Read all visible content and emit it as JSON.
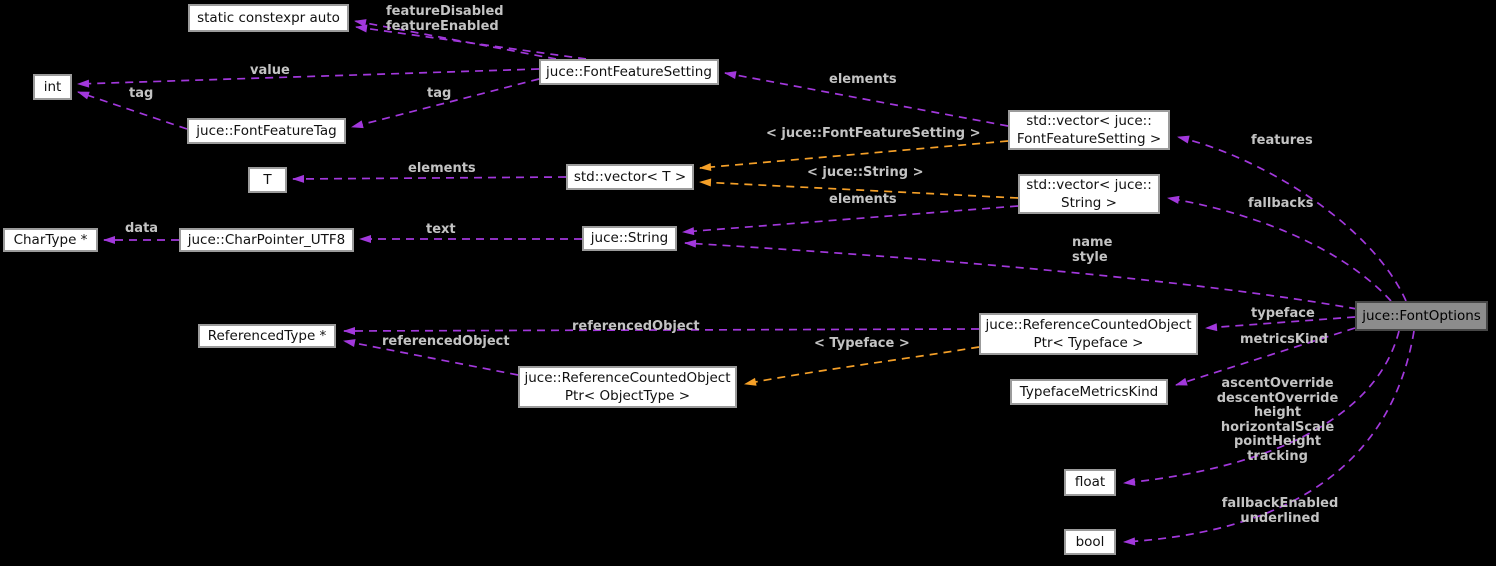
{
  "diagram": {
    "kind": "doxygen-collaboration-graph",
    "colors": {
      "background": "#000000",
      "usage_edge": "#a238dc",
      "template_edge": "#f5a028",
      "node_fill": "#ffffff",
      "node_border": "#9b9b9b",
      "node_text": "#111111",
      "highlight_fill": "#8c8c8c",
      "highlight_border": "#474747",
      "edge_label_text": "#c3c3c3"
    },
    "nodes": {
      "auto": {
        "label": "static constexpr auto"
      },
      "int": {
        "label": "int"
      },
      "fontfeaturetag": {
        "label": "juce::FontFeatureTag"
      },
      "fontfeaturesetting": {
        "label": "juce::FontFeatureSetting"
      },
      "vector_ffs": {
        "label": "std::vector< juce::\nFontFeatureSetting >"
      },
      "vector_t": {
        "label": "std::vector< T >"
      },
      "t": {
        "label": "T"
      },
      "vector_string": {
        "label": "std::vector< juce::\nString >"
      },
      "chartype": {
        "label": "CharType *"
      },
      "charpointer": {
        "label": "juce::CharPointer_UTF8"
      },
      "string": {
        "label": "juce::String"
      },
      "fontoptions": {
        "label": "juce::FontOptions"
      },
      "referencedtype": {
        "label": "ReferencedType *"
      },
      "rcop_typeface": {
        "label": "juce::ReferenceCountedObject\nPtr< Typeface >"
      },
      "rcop_objecttype": {
        "label": "juce::ReferenceCountedObject\nPtr< ObjectType >"
      },
      "typefacemetricskind": {
        "label": "TypefaceMetricsKind"
      },
      "float": {
        "label": "float"
      },
      "bool": {
        "label": "bool"
      }
    },
    "edges": {
      "feature_flags": {
        "label": "featureDisabled\nfeatureEnabled"
      },
      "value": {
        "label": "value"
      },
      "tag_int": {
        "label": "tag"
      },
      "tag_setting": {
        "label": "tag"
      },
      "elements_ffs": {
        "label": "elements"
      },
      "tpl_ffs": {
        "label": "< juce::FontFeatureSetting >"
      },
      "tpl_string": {
        "label": "< juce::String >"
      },
      "elements_t": {
        "label": "elements"
      },
      "elements_string": {
        "label": "elements"
      },
      "text": {
        "label": "text"
      },
      "data": {
        "label": "data"
      },
      "features": {
        "label": "features"
      },
      "fallbacks": {
        "label": "fallbacks"
      },
      "name_style": {
        "label": "name\nstyle"
      },
      "referenced_object_a": {
        "label": "referencedObject"
      },
      "referenced_object_b": {
        "label": "referencedObject"
      },
      "tpl_typeface": {
        "label": "< Typeface >"
      },
      "typeface": {
        "label": "typeface"
      },
      "metrics_kind": {
        "label": "metricsKind"
      },
      "float_members": {
        "label": "ascentOverride\ndescentOverride\nheight\nhorizontalScale\npointHeight\ntracking"
      },
      "bool_members": {
        "label": "fallbackEnabled\nunderlined"
      }
    }
  }
}
